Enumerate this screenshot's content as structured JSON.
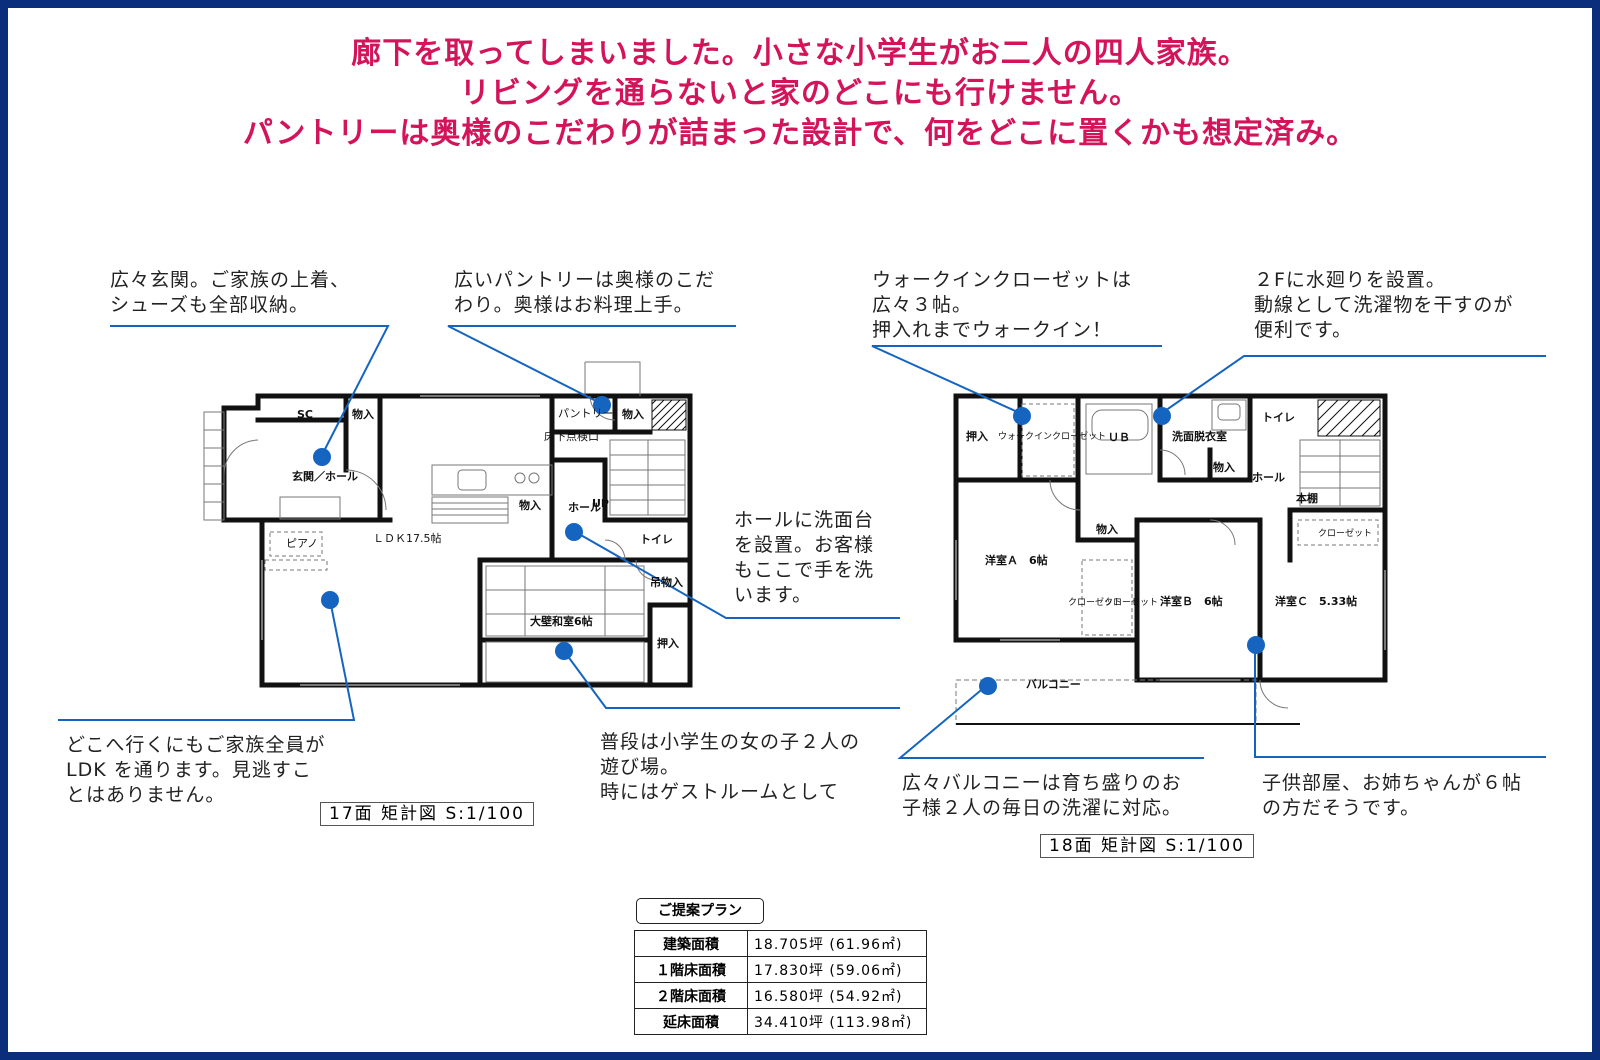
{
  "headline": [
    "廊下を取ってしまいました。小さな小学生がお二人の四人家族。",
    "リビングを通らないと家のどこにも行けません。",
    "パントリーは奥様のこだわりが詰まった設計で、何をどこに置くかも想定済み。"
  ],
  "notes": {
    "genkan": "広々玄関。ご家族の上着、\nシューズも全部収納。",
    "pantry": "広いパントリーは奥様のこだ\nわり。奥様はお料理上手。",
    "walkin": "ウォークインクローゼットは\n広々３帖。\n押入れまでウォークイン！",
    "water": "２Fに水廻りを設置。\n動線として洗濯物を干すのが\n便利です。",
    "hall": "ホールに洗面台\nを設置。お客様\nもここで手を洗\nいます。",
    "ldk": "どこへ行くにもご家族全員が\nLDK を通ります。見逃すこ\nとはありません。",
    "washitsu": "普段は小学生の女の子２人の\n遊び場。\n時にはゲストルームとして",
    "balcony": "広々バルコニーは育ち盛りのお\n子様２人の毎日の洗濯に対応。",
    "kids": "子供部屋、お姉ちゃんが６帖\nの方だそうです。"
  },
  "captions": {
    "floor1": "17面 矩計図 S:1/100",
    "floor2": "18面 矩計図 S:1/100"
  },
  "rooms_1f": {
    "sc": "SC",
    "storage_entry": "物入",
    "genkan": "玄関／ホール",
    "pantry": "パントリー",
    "storage_pantry": "物入",
    "floor_inspection": "床下点検口",
    "piano": "ピアノ",
    "ldk": "ＬＤＫ17.5帖",
    "storage_kitchen": "物入",
    "hall": "ホール",
    "up": "UP",
    "toilet": "トイレ",
    "hanging_storage": "吊物入",
    "washitsu": "大壁和室6帖",
    "oshiire": "押入"
  },
  "rooms_2f": {
    "oshiire": "押入",
    "walkin": "ウォークインクローゼット",
    "ub": "ＵＢ",
    "washroom": "洗面脱衣室",
    "storage_wash": "物入",
    "toilet": "トイレ",
    "hall": "ホール",
    "bookshelf": "本棚",
    "storage_hall": "物入",
    "closet_c": "クローゼット",
    "room_a": "洋室Ａ　6帖",
    "closet_ab": "クローゼット",
    "closet_b": "クローゼット",
    "room_b": "洋室Ｂ　6帖",
    "room_c": "洋室Ｃ　5.33帖",
    "balcony": "バルコニー"
  },
  "plan": {
    "title": "ご提案プラン",
    "rows": [
      {
        "label": "建築面積",
        "value": "18.705坪 (61.96㎡)"
      },
      {
        "label": "１階床面積",
        "value": "17.830坪 (59.06㎡)"
      },
      {
        "label": "２階床面積",
        "value": "16.580坪 (54.92㎡)"
      },
      {
        "label": "延床面積",
        "value": "34.410坪 (113.98㎡)"
      }
    ]
  },
  "colors": {
    "frame": "#0a2d7c",
    "headline": "#d4145a",
    "callout": "#1565c0",
    "wall": "#111111"
  }
}
